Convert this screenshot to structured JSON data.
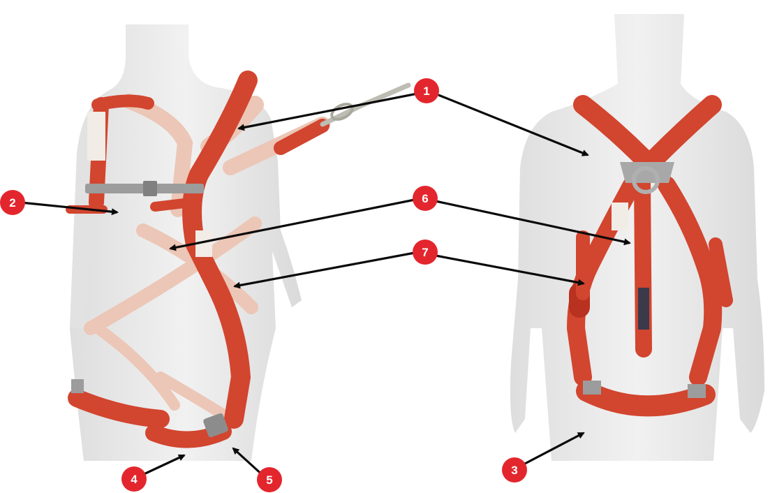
{
  "colors": {
    "background": "#ffffff",
    "mannequin": "#ececec",
    "mannequin_shade": "#dcdcdc",
    "strap": "#d2452f",
    "strap_dark": "#b8321f",
    "strap_faded": "#ecc6b6",
    "buckle": "#9c9c9c",
    "badge": "#e3262d",
    "arrow": "#0a0a0a"
  },
  "callouts": [
    {
      "id": "1",
      "label": "1"
    },
    {
      "id": "2",
      "label": "2"
    },
    {
      "id": "3",
      "label": "3"
    },
    {
      "id": "4",
      "label": "4"
    },
    {
      "id": "5",
      "label": "5"
    },
    {
      "id": "6",
      "label": "6"
    },
    {
      "id": "7",
      "label": "7"
    }
  ]
}
